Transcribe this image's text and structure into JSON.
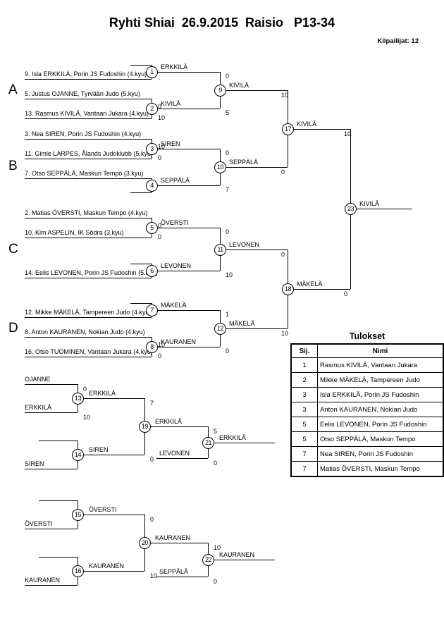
{
  "header": {
    "title": "Ryhti Shiai  26.9.2015  Raisio   P13-34",
    "participants": "Kilpailijat: 12"
  },
  "groups": [
    {
      "label": "A"
    },
    {
      "label": "B"
    },
    {
      "label": "C"
    },
    {
      "label": "D"
    }
  ],
  "competitors": [
    {
      "name": "9. Isla ERKKILÄ, Porin JS Fudoshin (4.kyu)"
    },
    {
      "name": "5. Justus OJANNE, Tyrvään Judo (5.kyu)"
    },
    {
      "name": "13. Rasmus KIVILÄ, Vantaan Jukara (4.kyu)"
    },
    {
      "name": "3. Nea SIREN, Porin JS Fudoshin (4.kyu)"
    },
    {
      "name": "11. Gimle LARPES, Ålands Judoklubb (5.kyu)"
    },
    {
      "name": "7. Otso SEPPÄLÄ, Maskun Tempo (3.kyu)"
    },
    {
      "name": "2. Matias ÖVERSTI, Maskun Tempo (4.kyu)"
    },
    {
      "name": "10. Kim ASPELIN, IK Södra (3.kyu)"
    },
    {
      "name": "14. Eelis LEVONEN, Porin JS Fudoshin (5.kyu)"
    },
    {
      "name": "12. Mikke MÄKELÄ, Tampereen Judo (4.kyu)"
    },
    {
      "name": "8. Anton KAURANEN, Nokian Judo (4.kyu)"
    },
    {
      "name": "16. Otso TUOMINEN, Vantaan Jukara (4.kyu)"
    }
  ],
  "matches": {
    "m1": {
      "no": "1",
      "winner": "ERKKILÄ",
      "scores": []
    },
    "m2": {
      "no": "2",
      "winner": "KIVILÄ",
      "scores": [
        "0",
        "10"
      ]
    },
    "m3": {
      "no": "3",
      "winner": "SIREN",
      "scores": [
        "10",
        "0"
      ]
    },
    "m4": {
      "no": "4",
      "winner": "SEPPÄLÄ",
      "scores": []
    },
    "m5": {
      "no": "5",
      "winner": "ÖVERSTI",
      "scores": [
        "0",
        "0"
      ]
    },
    "m6": {
      "no": "6",
      "winner": "LEVONEN",
      "scores": []
    },
    "m7": {
      "no": "7",
      "winner": "MÄKELÄ",
      "scores": []
    },
    "m8": {
      "no": "8",
      "winner": "KAURANEN",
      "scores": [
        "10",
        "0"
      ]
    },
    "m9": {
      "no": "9",
      "winner": "KIVILÄ",
      "scores": [
        "0",
        "5"
      ]
    },
    "m10": {
      "no": "10",
      "winner": "SEPPÄLÄ",
      "scores": [
        "0",
        "7"
      ]
    },
    "m11": {
      "no": "11",
      "winner": "LEVONEN",
      "scores": [
        "0",
        "10"
      ]
    },
    "m12": {
      "no": "12",
      "winner": "MÄKELÄ",
      "scores": [
        "1",
        "0"
      ]
    },
    "m13": {
      "no": "13",
      "winner": "ERKKILÄ",
      "scores": [
        "0",
        "10"
      ]
    },
    "m14": {
      "no": "14",
      "winner": "SIREN",
      "scores": []
    },
    "m15": {
      "no": "15",
      "winner": "ÖVERSTI",
      "scores": []
    },
    "m16": {
      "no": "16",
      "winner": "KAURANEN",
      "scores": []
    },
    "m17": {
      "no": "17",
      "winner": "KIVILÄ",
      "scores": [
        "10",
        "0"
      ]
    },
    "m18": {
      "no": "18",
      "winner": "MÄKELÄ",
      "scores": [
        "0",
        "10"
      ]
    },
    "m19": {
      "no": "19",
      "winner": "ERKKILÄ",
      "scores": [
        "7",
        "0"
      ]
    },
    "m20": {
      "no": "20",
      "winner": "KAURANEN",
      "scores": [
        "0",
        "10"
      ]
    },
    "m21": {
      "no": "21",
      "winner": "ERKKILÄ",
      "scores": [
        "5",
        "0"
      ]
    },
    "m22": {
      "no": "22",
      "winner": "KAURANEN",
      "scores": [
        "10",
        "0"
      ]
    },
    "m23": {
      "no": "23",
      "winner": "KIVILÄ",
      "scores": [
        "10",
        "0"
      ]
    }
  },
  "repechage": {
    "entrants": [
      {
        "name": "OJANNE"
      },
      {
        "name": "ERKKILÄ"
      },
      {
        "name": "SIREN"
      },
      {
        "name": "ÖVERSTI"
      },
      {
        "name": "KAURANEN"
      }
    ],
    "direct": [
      {
        "name": "LEVONEN"
      },
      {
        "name": "SEPPÄLÄ"
      }
    ]
  },
  "results": {
    "title": "Tulokset",
    "col_pos": "Sij.",
    "col_name": "Nimi",
    "rows": [
      {
        "pos": "1",
        "name": "Rasmus KIVILÄ, Vantaan Jukara"
      },
      {
        "pos": "2",
        "name": "Mikke MÄKELÄ, Tampereen Judo"
      },
      {
        "pos": "3",
        "name": "Isla ERKKILÄ, Porin JS Fudoshin"
      },
      {
        "pos": "3",
        "name": "Anton KAURANEN, Nokian Judo"
      },
      {
        "pos": "5",
        "name": "Eelis LEVONEN, Porin JS Fudoshin"
      },
      {
        "pos": "5",
        "name": "Otso SEPPÄLÄ, Maskun Tempo"
      },
      {
        "pos": "7",
        "name": "Nea SIREN, Porin JS Fudoshin"
      },
      {
        "pos": "7",
        "name": "Matias ÖVERSTI, Maskun Tempo"
      }
    ]
  }
}
